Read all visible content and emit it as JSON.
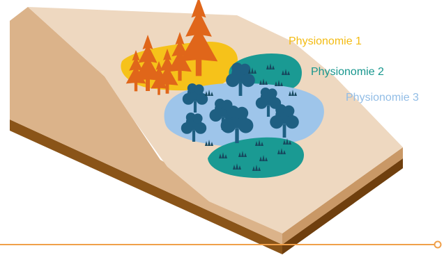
{
  "labels": {
    "physionomie_1": "Physionomie 1",
    "physionomie_2": "Physionomie 2",
    "physionomie_3": "Physionomie 3"
  },
  "colors": {
    "physionomie_1_zone": "#f6c21a",
    "physionomie_1_text": "#f3bb12",
    "physionomie_2_zone": "#1a9a93",
    "physionomie_2_text": "#17968d",
    "physionomie_3_zone": "#9ec5ea",
    "physionomie_3_text": "#92bde6",
    "conifers": "#e0661a",
    "deciduous_trees": "#1e5f82",
    "grass_tufts": "#16485e",
    "terrain_top": "#eed8c0",
    "terrain_side": "#dbb38a",
    "soil_layer": "#8a5418",
    "baseline": "#f0a04a"
  },
  "icons": {
    "conifer": "conifer-tree-icon",
    "deciduous": "deciduous-tree-icon",
    "grass": "grass-tuft-icon"
  }
}
